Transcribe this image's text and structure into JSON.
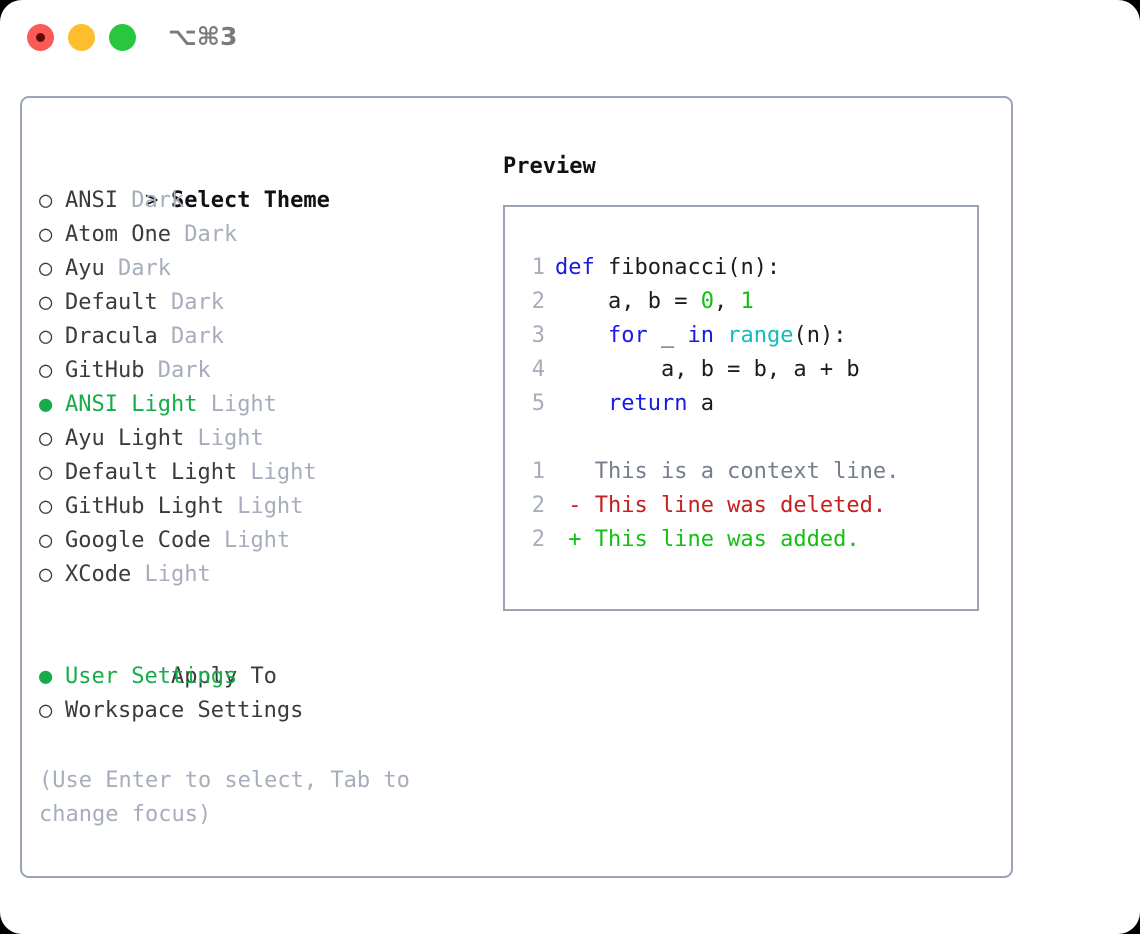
{
  "titlebar": {
    "shortcut": "⌥⌘3",
    "lights": [
      {
        "name": "close",
        "color": "#fc5a55"
      },
      {
        "name": "minimize",
        "color": "#fcbd2e"
      },
      {
        "name": "maximize",
        "color": "#27c840"
      }
    ]
  },
  "theme_panel": {
    "title_marker": ">",
    "title": "Select Theme",
    "selected_marker": "●",
    "unselected_marker": "○",
    "selected_color": "#18ab4a",
    "themes": [
      {
        "marker": "○",
        "name": "ANSI",
        "variant": "Dark",
        "selected": false
      },
      {
        "marker": "○",
        "name": "Atom One",
        "variant": "Dark",
        "selected": false
      },
      {
        "marker": "○",
        "name": "Ayu",
        "variant": "Dark",
        "selected": false
      },
      {
        "marker": "○",
        "name": "Default",
        "variant": "Dark",
        "selected": false
      },
      {
        "marker": "○",
        "name": "Dracula",
        "variant": "Dark",
        "selected": false
      },
      {
        "marker": "○",
        "name": "GitHub",
        "variant": "Dark",
        "selected": false
      },
      {
        "marker": "●",
        "name": "ANSI Light",
        "variant": "Light",
        "selected": true
      },
      {
        "marker": "○",
        "name": "Ayu Light",
        "variant": "Light",
        "selected": false
      },
      {
        "marker": "○",
        "name": "Default Light",
        "variant": "Light",
        "selected": false
      },
      {
        "marker": "○",
        "name": "GitHub Light",
        "variant": "Light",
        "selected": false
      },
      {
        "marker": "○",
        "name": "Google Code",
        "variant": "Light",
        "selected": false
      },
      {
        "marker": "○",
        "name": "XCode",
        "variant": "Light",
        "selected": false
      }
    ],
    "apply_to": {
      "label": "Apply To",
      "options": [
        {
          "marker": "●",
          "name": "User Settings",
          "selected": true
        },
        {
          "marker": "○",
          "name": "Workspace Settings",
          "selected": false
        }
      ]
    },
    "hint": "(Use Enter to select, Tab to change focus)"
  },
  "preview": {
    "title": "Preview",
    "code_lines": [
      {
        "number": "1",
        "tokens": [
          {
            "t": "def",
            "c": "kw"
          },
          {
            "t": " fibonacci(n):",
            "c": "plain"
          }
        ]
      },
      {
        "number": "2",
        "tokens": [
          {
            "t": "    a, b = ",
            "c": "plain"
          },
          {
            "t": "0",
            "c": "num"
          },
          {
            "t": ", ",
            "c": "plain"
          },
          {
            "t": "1",
            "c": "num"
          }
        ]
      },
      {
        "number": "3",
        "tokens": [
          {
            "t": "    ",
            "c": "plain"
          },
          {
            "t": "for",
            "c": "kw"
          },
          {
            "t": " _ ",
            "c": "plain"
          },
          {
            "t": "in",
            "c": "kw"
          },
          {
            "t": " ",
            "c": "plain"
          },
          {
            "t": "range",
            "c": "fn"
          },
          {
            "t": "(n):",
            "c": "plain"
          }
        ]
      },
      {
        "number": "4",
        "tokens": [
          {
            "t": "        a, b = b, a + b",
            "c": "plain"
          }
        ]
      },
      {
        "number": "5",
        "tokens": [
          {
            "t": "    ",
            "c": "plain"
          },
          {
            "t": "return",
            "c": "kw"
          },
          {
            "t": " a",
            "c": "plain"
          }
        ]
      }
    ],
    "diff_lines": [
      {
        "number": "1",
        "sign": " ",
        "text": "This is a context line.",
        "kind": "d-ctx"
      },
      {
        "number": "2",
        "sign": "-",
        "text": "This line was deleted.",
        "kind": "d-del"
      },
      {
        "number": "2",
        "sign": "+",
        "text": "This line was added.",
        "kind": "d-add"
      }
    ]
  }
}
